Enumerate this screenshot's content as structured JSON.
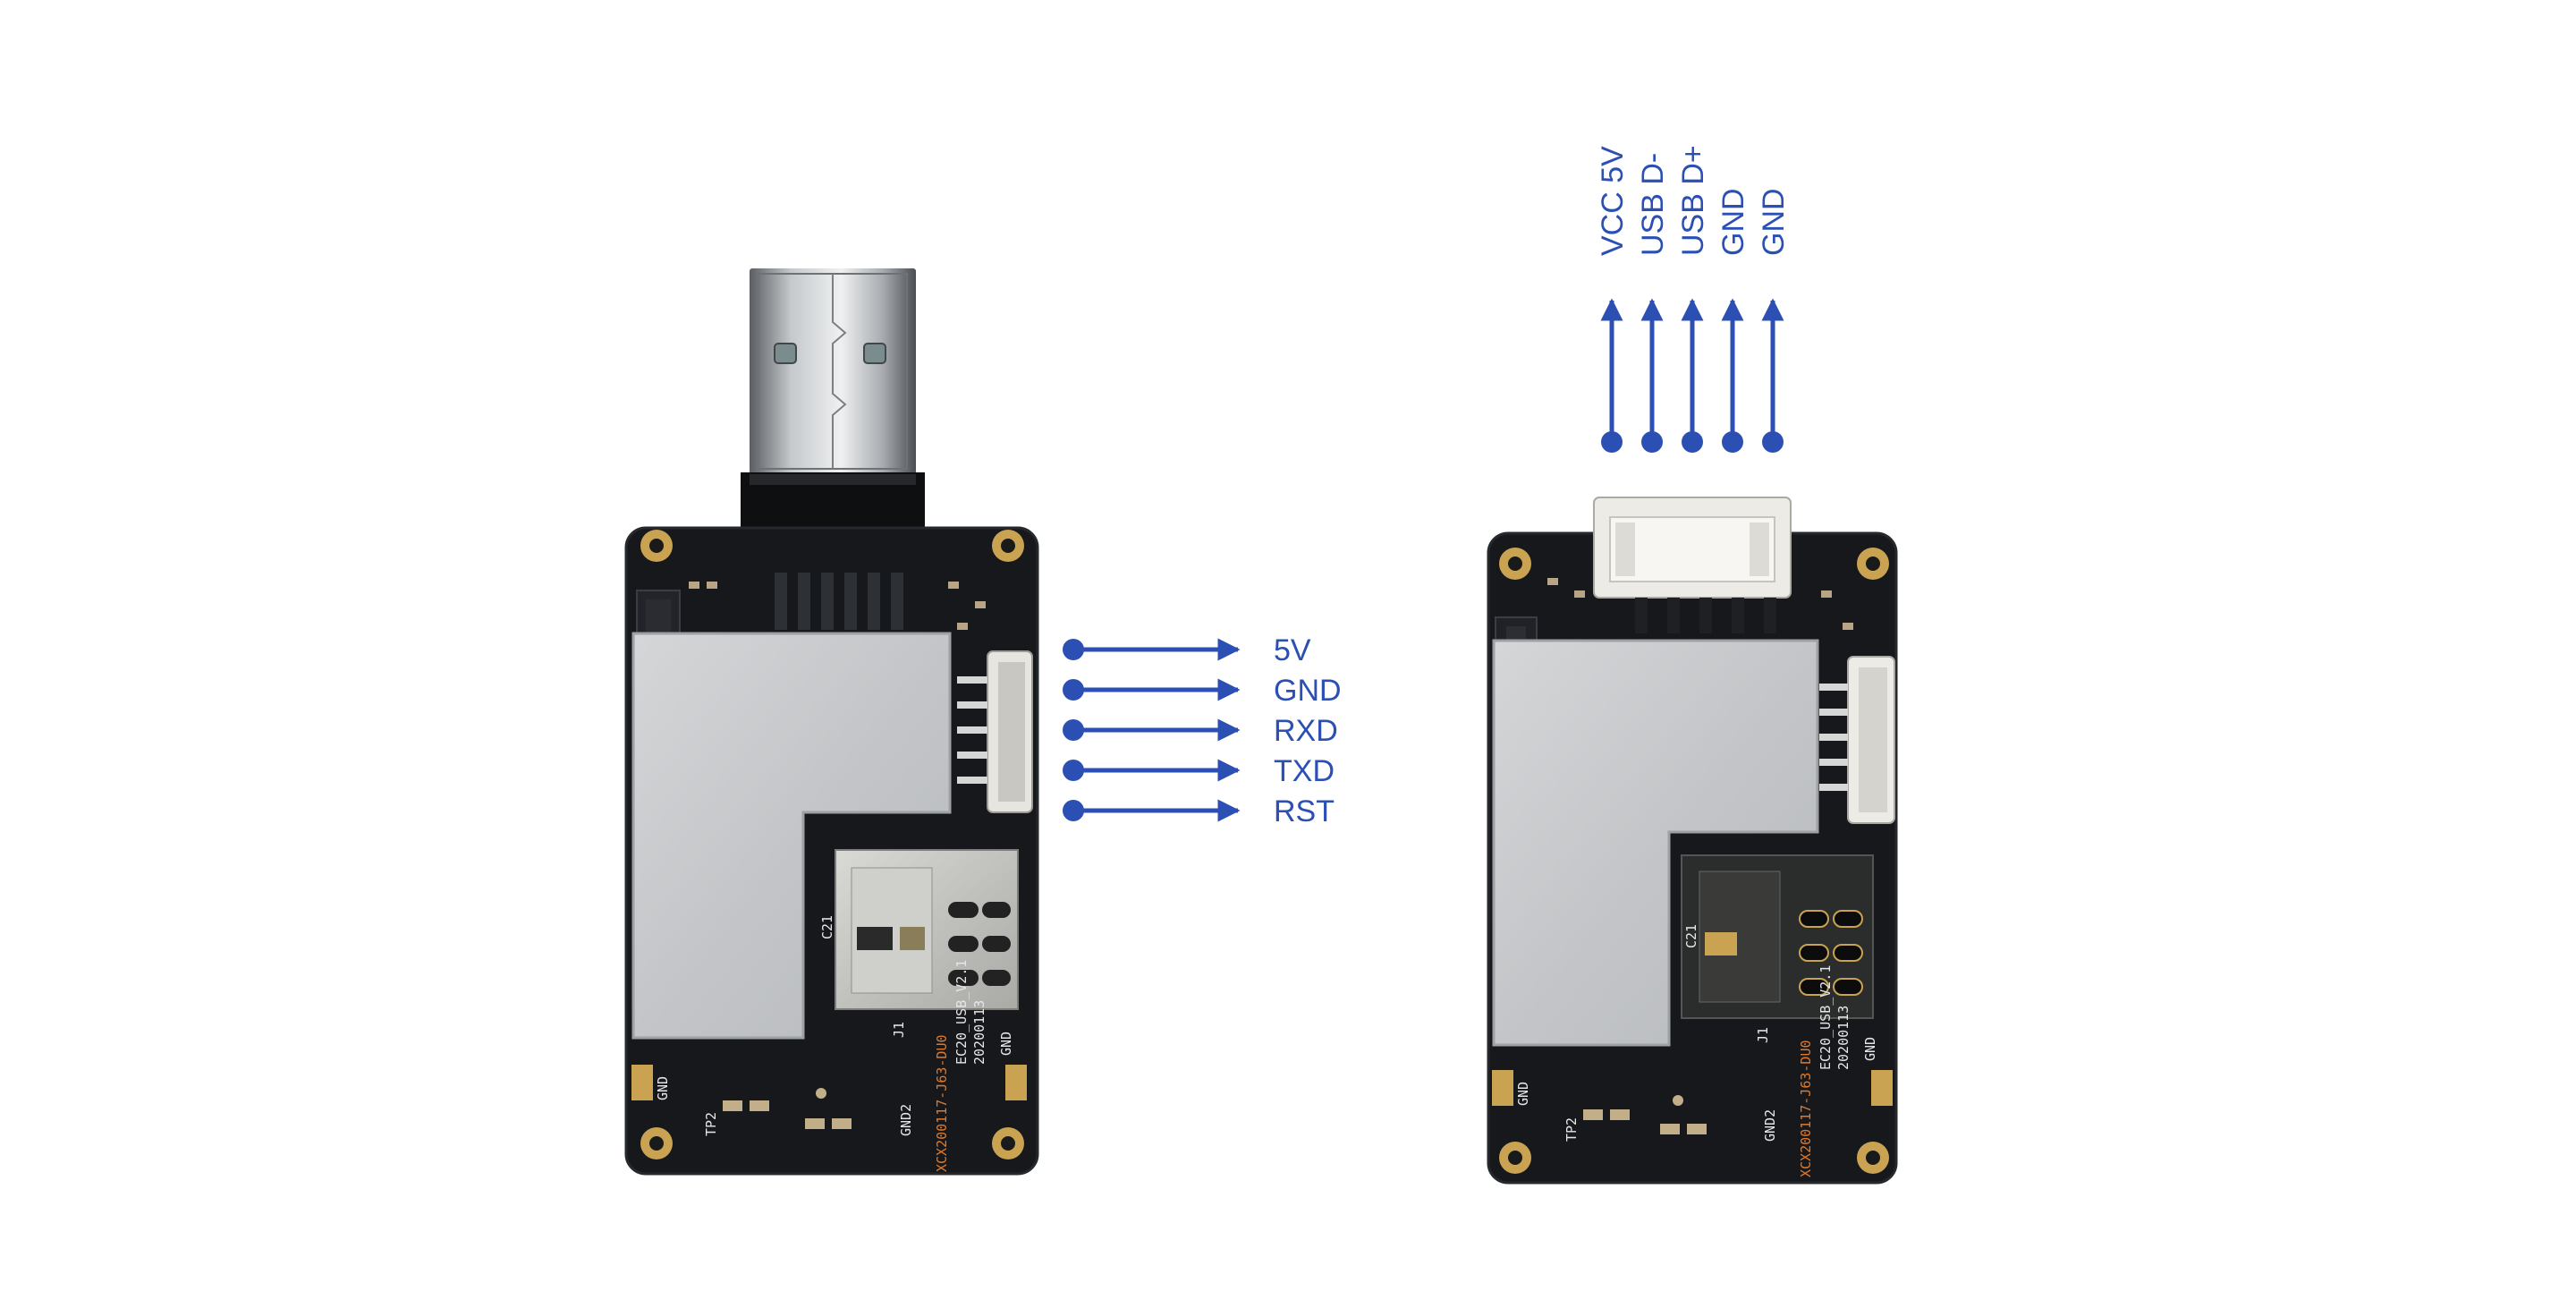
{
  "colors": {
    "accent": "#2c4fb3",
    "pcb": "#17191d",
    "shield": "#c9cbce",
    "gold": "#c9a352",
    "connector": "#ecebe6"
  },
  "left_board": {
    "uart_pins": [
      {
        "label": "5V"
      },
      {
        "label": "GND"
      },
      {
        "label": "RXD"
      },
      {
        "label": "TXD"
      },
      {
        "label": "RST"
      }
    ],
    "silkscreen": {
      "model": "EC20_USB_V2.1",
      "date": "20200113",
      "code": "XCX200117-J63-DU0",
      "j1": "J1",
      "c21": "C21",
      "gnd": "GND",
      "gnd2": "GND2",
      "tp2": "TP2"
    }
  },
  "right_board": {
    "usb_pins": [
      {
        "label": "VCC 5V"
      },
      {
        "label": "USB D-"
      },
      {
        "label": "USB D+"
      },
      {
        "label": "GND"
      },
      {
        "label": "GND"
      }
    ],
    "silkscreen": {
      "model": "EC20_USB_V2.1",
      "date": "20200113",
      "code": "XCX200117-J63-DU0",
      "j1": "J1",
      "c21": "C21",
      "gnd": "GND",
      "gnd2": "GND2",
      "tp2": "TP2"
    }
  }
}
